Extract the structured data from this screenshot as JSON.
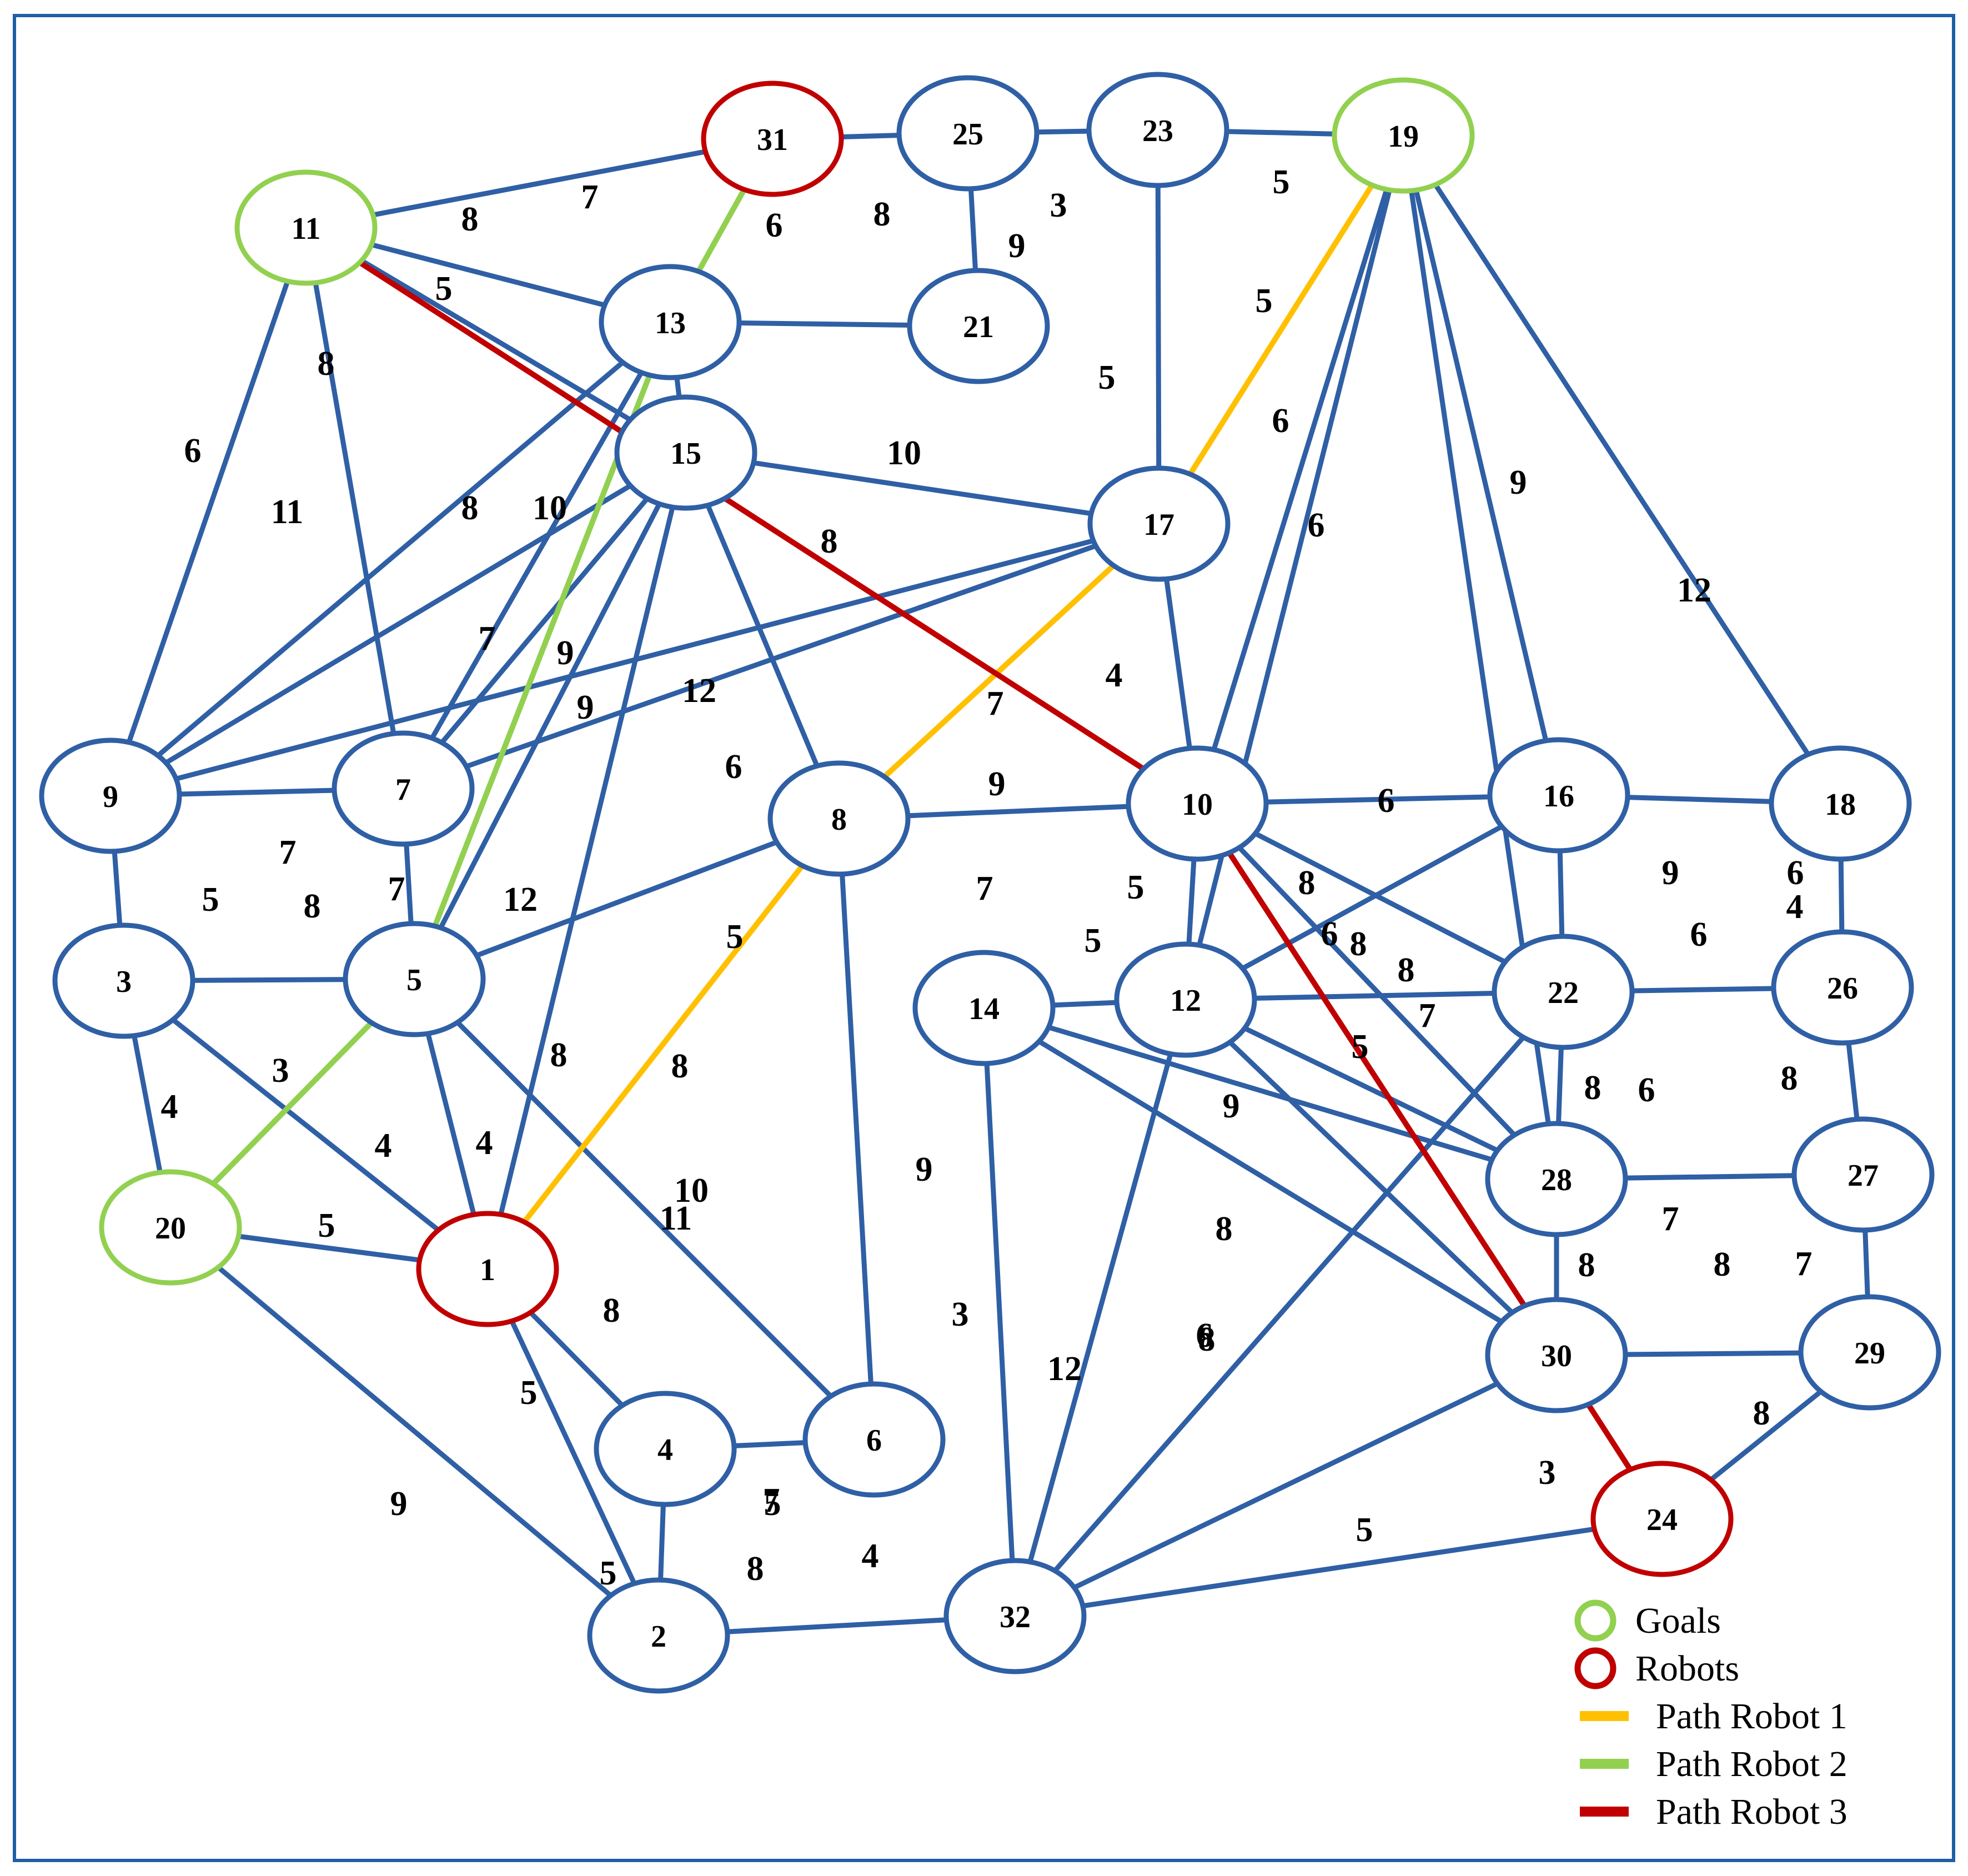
{
  "colors": {
    "edge": "#2f5fa5",
    "goal": "#92d050",
    "robot": "#c00000",
    "path_robot_1": "#ffc000",
    "path_robot_2": "#92d050",
    "path_robot_3": "#c00000",
    "frame": "#1f5fa5"
  },
  "nodes": [
    {
      "id": "1",
      "role": "robot"
    },
    {
      "id": "2",
      "role": "normal"
    },
    {
      "id": "3",
      "role": "normal"
    },
    {
      "id": "4",
      "role": "normal"
    },
    {
      "id": "5",
      "role": "normal"
    },
    {
      "id": "6",
      "role": "normal"
    },
    {
      "id": "7",
      "role": "normal"
    },
    {
      "id": "8",
      "role": "normal"
    },
    {
      "id": "9",
      "role": "normal"
    },
    {
      "id": "10",
      "role": "normal"
    },
    {
      "id": "11",
      "role": "goal"
    },
    {
      "id": "12",
      "role": "normal"
    },
    {
      "id": "13",
      "role": "normal"
    },
    {
      "id": "14",
      "role": "normal"
    },
    {
      "id": "15",
      "role": "normal"
    },
    {
      "id": "16",
      "role": "normal"
    },
    {
      "id": "17",
      "role": "normal"
    },
    {
      "id": "18",
      "role": "normal"
    },
    {
      "id": "19",
      "role": "goal"
    },
    {
      "id": "20",
      "role": "goal"
    },
    {
      "id": "21",
      "role": "normal"
    },
    {
      "id": "22",
      "role": "normal"
    },
    {
      "id": "23",
      "role": "normal"
    },
    {
      "id": "24",
      "role": "robot"
    },
    {
      "id": "25",
      "role": "normal"
    },
    {
      "id": "26",
      "role": "normal"
    },
    {
      "id": "27",
      "role": "normal"
    },
    {
      "id": "28",
      "role": "normal"
    },
    {
      "id": "29",
      "role": "normal"
    },
    {
      "id": "30",
      "role": "normal"
    },
    {
      "id": "31",
      "role": "robot"
    },
    {
      "id": "32",
      "role": "normal"
    }
  ],
  "edges": [
    {
      "from": "11",
      "to": "31",
      "path": "none"
    },
    {
      "from": "31",
      "to": "25",
      "path": "none"
    },
    {
      "from": "25",
      "to": "23",
      "path": "none"
    },
    {
      "from": "23",
      "to": "19",
      "path": "none"
    },
    {
      "from": "25",
      "to": "21",
      "path": "none"
    },
    {
      "from": "23",
      "to": "17",
      "path": "none"
    },
    {
      "from": "13",
      "to": "21",
      "path": "none"
    },
    {
      "from": "11",
      "to": "13",
      "path": "none"
    },
    {
      "from": "11",
      "to": "15",
      "path": "none"
    },
    {
      "from": "11",
      "to": "9",
      "path": "none"
    },
    {
      "from": "11",
      "to": "7",
      "path": "none"
    },
    {
      "from": "13",
      "to": "15",
      "path": "none"
    },
    {
      "from": "13",
      "to": "9",
      "path": "none"
    },
    {
      "from": "13",
      "to": "7",
      "path": "none"
    },
    {
      "from": "15",
      "to": "17",
      "path": "none"
    },
    {
      "from": "15",
      "to": "9",
      "path": "none"
    },
    {
      "from": "15",
      "to": "7",
      "path": "none"
    },
    {
      "from": "15",
      "to": "5",
      "path": "none"
    },
    {
      "from": "15",
      "to": "1",
      "path": "none"
    },
    {
      "from": "15",
      "to": "8",
      "path": "none"
    },
    {
      "from": "17",
      "to": "9",
      "path": "none"
    },
    {
      "from": "17",
      "to": "7",
      "path": "none"
    },
    {
      "from": "17",
      "to": "10",
      "path": "none"
    },
    {
      "from": "9",
      "to": "7",
      "path": "none"
    },
    {
      "from": "9",
      "to": "3",
      "path": "none"
    },
    {
      "from": "7",
      "to": "5",
      "path": "none"
    },
    {
      "from": "3",
      "to": "5",
      "path": "none"
    },
    {
      "from": "8",
      "to": "5",
      "path": "none"
    },
    {
      "from": "8",
      "to": "10",
      "path": "none"
    },
    {
      "from": "8",
      "to": "6",
      "path": "none"
    },
    {
      "from": "3",
      "to": "20",
      "path": "none"
    },
    {
      "from": "3",
      "to": "1",
      "path": "none"
    },
    {
      "from": "5",
      "to": "1",
      "path": "none"
    },
    {
      "from": "5",
      "to": "6",
      "path": "none"
    },
    {
      "from": "20",
      "to": "1",
      "path": "none"
    },
    {
      "from": "20",
      "to": "2",
      "path": "none"
    },
    {
      "from": "1",
      "to": "2",
      "path": "none"
    },
    {
      "from": "1",
      "to": "4",
      "path": "none"
    },
    {
      "from": "4",
      "to": "6",
      "path": "none"
    },
    {
      "from": "4",
      "to": "2",
      "path": "none"
    },
    {
      "from": "2",
      "to": "32",
      "path": "none"
    },
    {
      "from": "19",
      "to": "10",
      "path": "none"
    },
    {
      "from": "19",
      "to": "12",
      "path": "none"
    },
    {
      "from": "19",
      "to": "28",
      "path": "none"
    },
    {
      "from": "19",
      "to": "16",
      "path": "none"
    },
    {
      "from": "19",
      "to": "18",
      "path": "none"
    },
    {
      "from": "10",
      "to": "16",
      "path": "none"
    },
    {
      "from": "10",
      "to": "12",
      "path": "none"
    },
    {
      "from": "10",
      "to": "22",
      "path": "none"
    },
    {
      "from": "10",
      "to": "28",
      "path": "none"
    },
    {
      "from": "16",
      "to": "18",
      "path": "none"
    },
    {
      "from": "16",
      "to": "22",
      "path": "none"
    },
    {
      "from": "16",
      "to": "12",
      "path": "none"
    },
    {
      "from": "18",
      "to": "26",
      "path": "none"
    },
    {
      "from": "14",
      "to": "12",
      "path": "none"
    },
    {
      "from": "14",
      "to": "28",
      "path": "none"
    },
    {
      "from": "14",
      "to": "30",
      "path": "none"
    },
    {
      "from": "14",
      "to": "32",
      "path": "none"
    },
    {
      "from": "12",
      "to": "22",
      "path": "none"
    },
    {
      "from": "12",
      "to": "28",
      "path": "none"
    },
    {
      "from": "12",
      "to": "30",
      "path": "none"
    },
    {
      "from": "12",
      "to": "32",
      "path": "none"
    },
    {
      "from": "22",
      "to": "26",
      "path": "none"
    },
    {
      "from": "22",
      "to": "28",
      "path": "none"
    },
    {
      "from": "22",
      "to": "32",
      "path": "none"
    },
    {
      "from": "26",
      "to": "27",
      "path": "none"
    },
    {
      "from": "28",
      "to": "27",
      "path": "none"
    },
    {
      "from": "28",
      "to": "30",
      "path": "none"
    },
    {
      "from": "27",
      "to": "29",
      "path": "none"
    },
    {
      "from": "30",
      "to": "29",
      "path": "none"
    },
    {
      "from": "30",
      "to": "32",
      "path": "none"
    },
    {
      "from": "29",
      "to": "24",
      "path": "none"
    },
    {
      "from": "24",
      "to": "32",
      "path": "none"
    },
    {
      "from": "19",
      "to": "17",
      "path": "robot1"
    },
    {
      "from": "17",
      "to": "8",
      "path": "robot1"
    },
    {
      "from": "8",
      "to": "1",
      "path": "robot1"
    },
    {
      "from": "31",
      "to": "13",
      "path": "robot2"
    },
    {
      "from": "13",
      "to": "5",
      "path": "robot2"
    },
    {
      "from": "5",
      "to": "20",
      "path": "robot2"
    },
    {
      "from": "11",
      "to": "10",
      "path": "robot3"
    },
    {
      "from": "10",
      "to": "30",
      "path": "robot3"
    },
    {
      "from": "30",
      "to": "24",
      "path": "robot3"
    }
  ],
  "edge_weights": [
    "7",
    "8",
    "6",
    "8",
    "3",
    "9",
    "5",
    "5",
    "5",
    "8",
    "6",
    "11",
    "8",
    "10",
    "7",
    "9",
    "9",
    "12",
    "7",
    "5",
    "8",
    "7",
    "12",
    "6",
    "7",
    "4",
    "9",
    "10",
    "5",
    "6",
    "6",
    "8",
    "5",
    "8",
    "8",
    "7",
    "5",
    "5",
    "6",
    "8",
    "8",
    "6",
    "9",
    "12",
    "9",
    "6",
    "6",
    "4",
    "8",
    "7",
    "6",
    "9",
    "5",
    "8",
    "8",
    "4",
    "3",
    "4",
    "4",
    "5",
    "9",
    "8",
    "10",
    "11",
    "3",
    "8",
    "12",
    "6",
    "7",
    "8",
    "8",
    "7",
    "9",
    "5",
    "8",
    "7",
    "3",
    "5",
    "8",
    "5",
    "4",
    "8",
    "5"
  ],
  "legend": [
    {
      "kind": "circle",
      "color_key": "goal",
      "label": "Goals"
    },
    {
      "kind": "circle",
      "color_key": "robot",
      "label": "Robots"
    },
    {
      "kind": "line",
      "color_key": "path_robot_1",
      "label": "Path Robot 1"
    },
    {
      "kind": "line",
      "color_key": "path_robot_2",
      "label": "Path Robot 2"
    },
    {
      "kind": "line",
      "color_key": "path_robot_3",
      "label": "Path Robot 3"
    }
  ]
}
